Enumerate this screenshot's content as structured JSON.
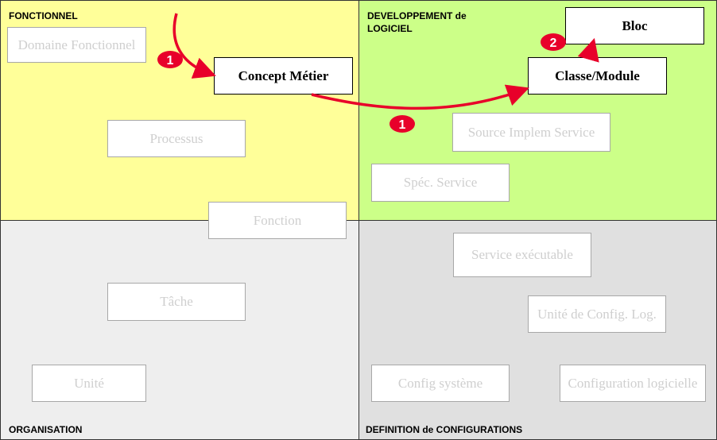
{
  "quadrants": {
    "fonctionnel": {
      "label": "FONCTIONNEL",
      "color": "#ffff99"
    },
    "developpement": {
      "label_line1": "DEVELOPPEMENT de",
      "label_line2": "LOGICIEL",
      "color": "#ccff88"
    },
    "organisation": {
      "label": "ORGANISATION",
      "color": "#eeeeee"
    },
    "configurations": {
      "label": "DEFINITION de CONFIGURATIONS",
      "color": "#e0e0e0"
    }
  },
  "boxes": {
    "domaine_fonctionnel": "Domaine Fonctionnel",
    "processus": "Processus",
    "fonction": "Fonction",
    "concept_metier": "Concept Métier",
    "tache": "Tâche",
    "unite": "Unité",
    "source_implem_service": "Source Implem Service",
    "spec_service": "Spéc. Service",
    "classe_module": "Classe/Module",
    "bloc": "Bloc",
    "service_executable": "Service exécutable",
    "unite_config_log": "Unité de Config. Log.",
    "config_systeme": "Config système",
    "configuration_logicielle": "Configuration logicielle"
  },
  "markers": {
    "step1_a": "1",
    "step1_b": "1",
    "step2": "2"
  },
  "colors": {
    "arrow": "#e8002a",
    "faded_text": "#cfcfcf",
    "faded_border": "#a8a8a8"
  }
}
